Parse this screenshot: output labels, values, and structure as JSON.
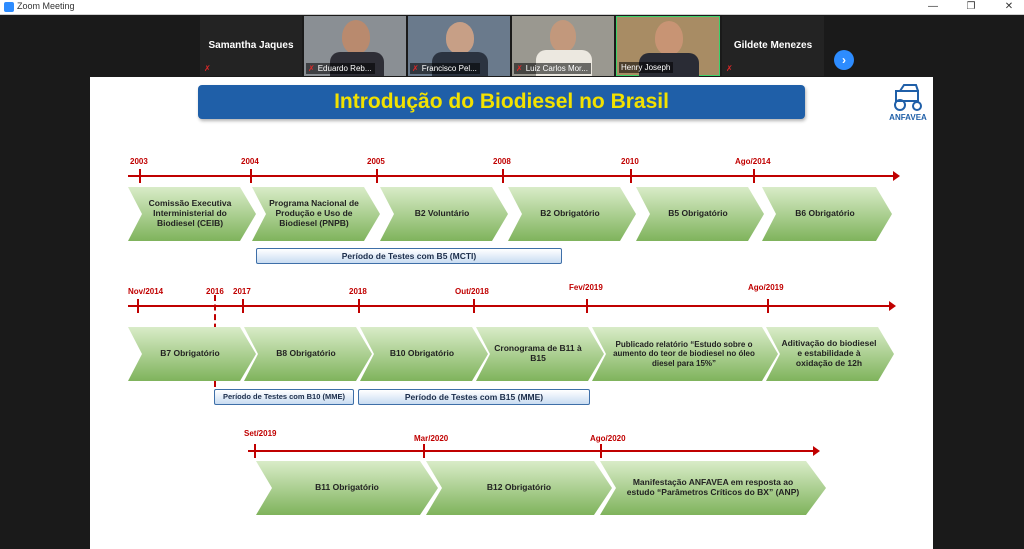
{
  "window": {
    "title": "Zoom Meeting",
    "controls": [
      "—",
      "❐",
      "✕"
    ]
  },
  "participants": [
    {
      "name": "Samantha Jaques",
      "video": false
    },
    {
      "name": "Eduardo Reb...",
      "video": true
    },
    {
      "name": "Francisco Pel...",
      "video": true
    },
    {
      "name": "Luiz Carlos Mor...",
      "video": true
    },
    {
      "name": "Henry Joseph",
      "video": true
    },
    {
      "name": "Gildete Menezes",
      "video": false
    }
  ],
  "next_page_glyph": "›",
  "slide": {
    "title": "Introdução do Biodiesel no Brasil",
    "logo_text": "ANFAVEA",
    "row1": {
      "years": [
        "2003",
        "2004",
        "2005",
        "2008",
        "2010",
        "Ago/2014"
      ],
      "steps": [
        "Comissão Executiva Interministerial do Biodiesel (CEIB)",
        "Programa Nacional de Produção e Uso de Biodiesel (PNPB)",
        "B2 Voluntário",
        "B2 Obrigatório",
        "B5 Obrigatório",
        "B6 Obrigatório"
      ],
      "bar": "Período de Testes com B5 (MCTI)"
    },
    "row2": {
      "years": [
        "Nov/2014",
        "2016",
        "2017",
        "2018",
        "Out/2018",
        "Fev/2019",
        "Ago/2019"
      ],
      "steps": [
        "B7 Obrigatório",
        "B8 Obrigatório",
        "B10 Obrigatório",
        "Cronograma de B11 à B15",
        "Publicado relatório “Estudo sobre o aumento do teor de biodiesel no óleo diesel para 15%”",
        "Aditivação do biodiesel e estabilidade à oxidação de 12h"
      ],
      "bar_a": "Período de Testes com B10 (MME)",
      "bar_b": "Período de Testes com B15 (MME)"
    },
    "row3": {
      "years": [
        "Set/2019",
        "Mar/2020",
        "Ago/2020"
      ],
      "steps": [
        "B11 Obrigatório",
        "B12 Obrigatório",
        "Manifestação ANFAVEA em resposta ao estudo “Parâmetros Críticos do BX” (ANP)"
      ]
    }
  }
}
